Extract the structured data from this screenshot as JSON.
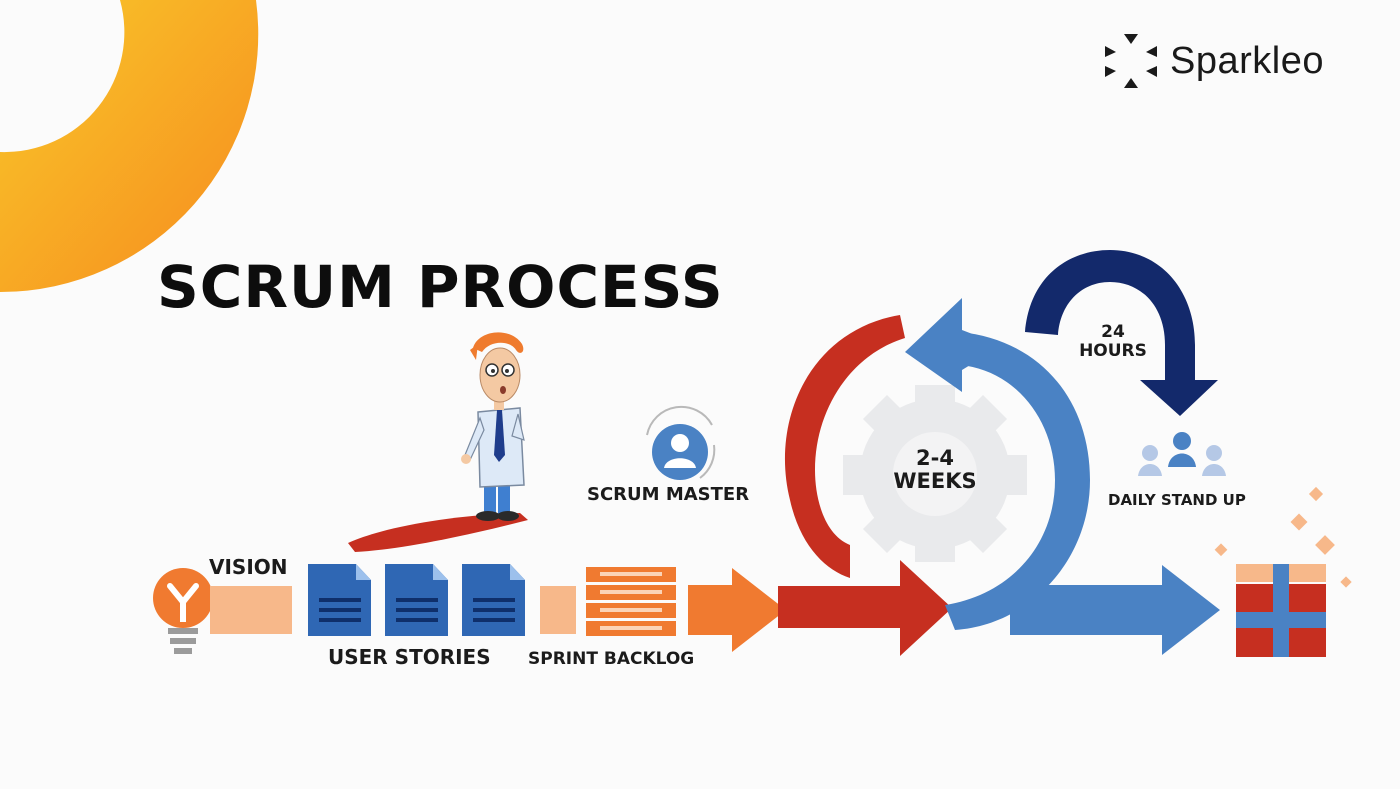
{
  "brand": {
    "name": "Sparkleo",
    "logo_icon": "sparkleo-triangles-logo"
  },
  "title": "SCRUM PROCESS",
  "labels": {
    "vision": "VISION",
    "user_stories": "USER STORIES",
    "sprint_backlog": "SPRINT BACKLOG",
    "scrum_master": "SCRUM MASTER",
    "sprint_length_line1": "2-4",
    "sprint_length_line2": "WEEKS",
    "hours_line1": "24",
    "hours_line2": "HOURS",
    "daily_standup": "DAILY STAND UP"
  },
  "colors": {
    "orange_accent": "#f5a020",
    "arrow_orange": "#f07a30",
    "arrow_red": "#c62f20",
    "arrow_blue": "#4a82c4",
    "navy": "#13296b",
    "doc_blue": "#2f67b4",
    "peach": "#f7b88a",
    "gear_gray": "#e9eaec"
  }
}
